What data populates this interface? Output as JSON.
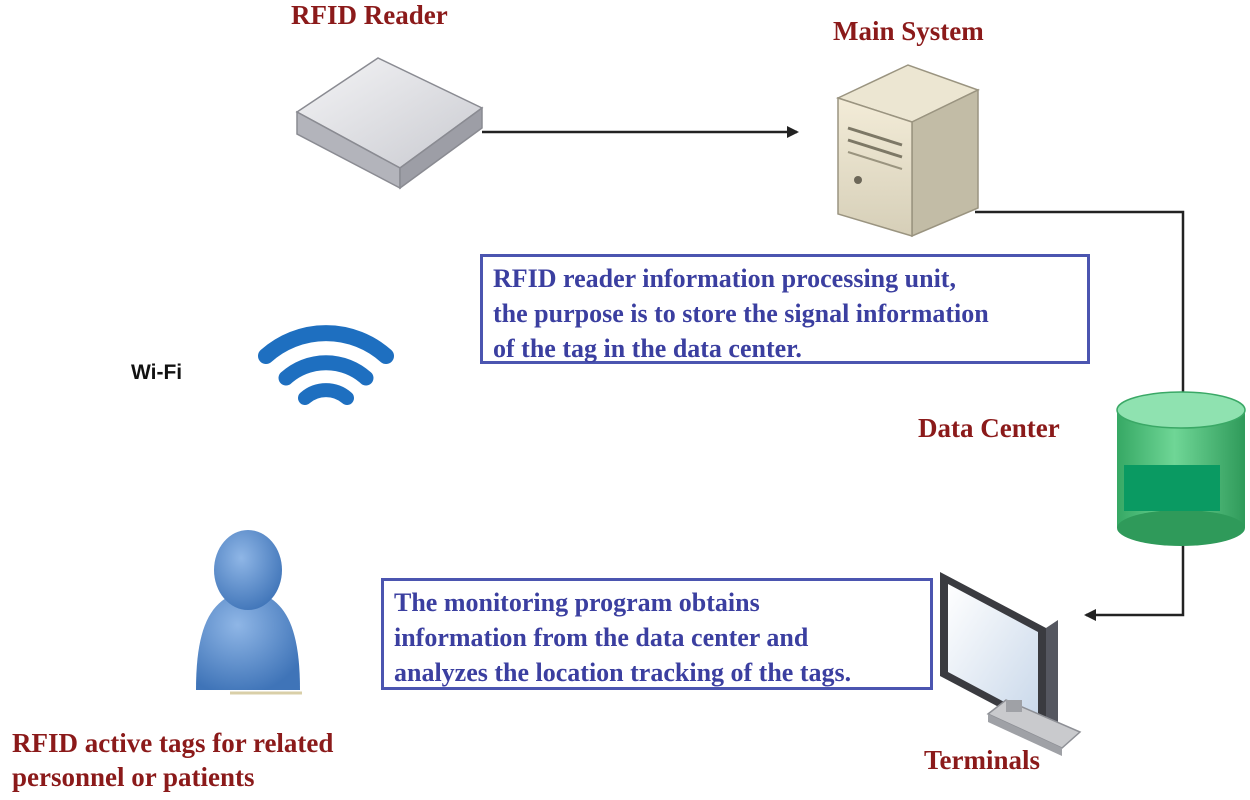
{
  "labels": {
    "rfid_reader": "RFID Reader",
    "main_system": "Main System",
    "data_center": "Data Center",
    "terminals": "Terminals",
    "wifi": "Wi-Fi",
    "tags_line1": "RFID active tags for related",
    "tags_line2": "personnel or patients"
  },
  "callouts": {
    "processing": [
      "RFID reader information processing unit,",
      "the purpose is to store the signal information",
      "of the tag in the data center."
    ],
    "monitoring": [
      "The monitoring program obtains",
      "information from the data center and",
      "analyzes the location tracking of the tags."
    ]
  },
  "colors": {
    "label_text": "#8b1a1a",
    "callout_border": "#4b55b0",
    "callout_text": "#3b3fa0",
    "wifi_blue": "#1e6fc0",
    "cylinder_green": "#4cc27a",
    "person_blue": "#5a8fd0"
  },
  "icons": [
    "rfid-reader-icon",
    "server-tower-icon",
    "wifi-icon",
    "person-icon",
    "database-cylinder-icon",
    "monitor-icon"
  ]
}
